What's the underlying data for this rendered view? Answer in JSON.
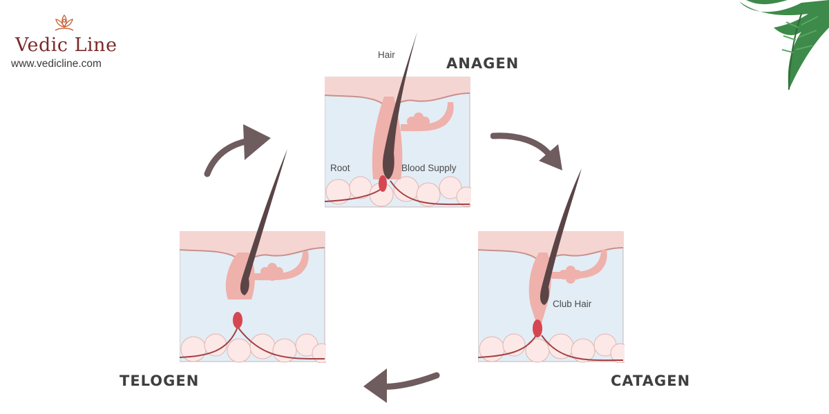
{
  "brand": {
    "name": "Vedic Line",
    "url": "www.vedicline.com",
    "logo_icon": "lotus-meditation-icon"
  },
  "stages": {
    "anagen": {
      "title": "ANAGEN",
      "labels": {
        "hair": "Hair",
        "root": "Root",
        "blood_supply": "Blood Supply"
      }
    },
    "catagen": {
      "title": "CATAGEN",
      "labels": {
        "club_hair": "Club Hair"
      }
    },
    "telogen": {
      "title": "TELOGEN"
    }
  },
  "colors": {
    "dermis": "#f5d5d2",
    "hypodermis": "#e3edf5",
    "fat": "#fce8e6",
    "fat_stroke": "#e0b4b0",
    "follicle": "#efb1ab",
    "hair": "#5a4446",
    "papilla": "#d64650",
    "vessel": "#a24044",
    "arrow": "#6f5c5f",
    "leaf": "#3d8a4a"
  }
}
